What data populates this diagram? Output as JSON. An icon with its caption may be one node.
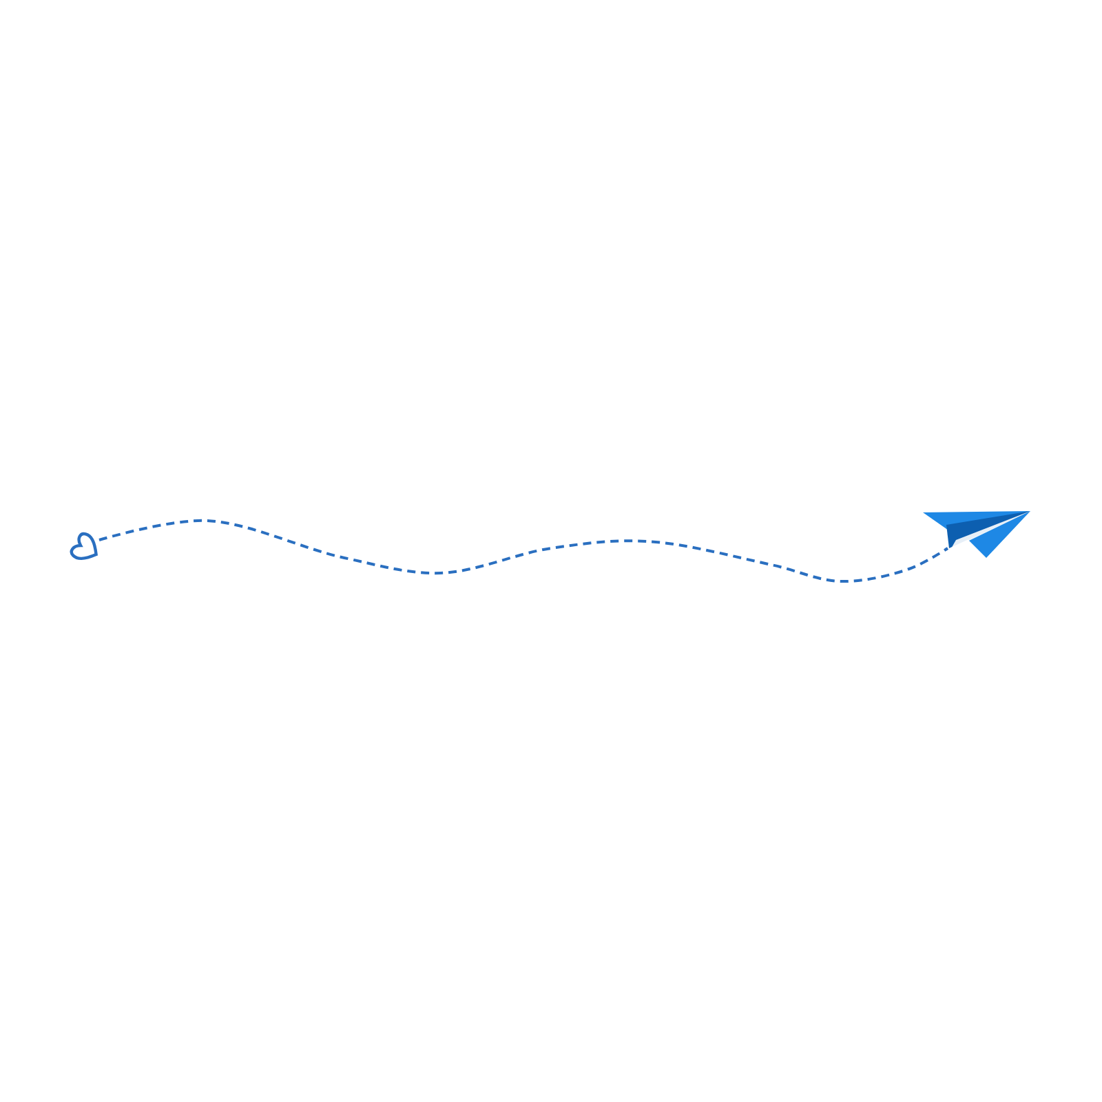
{
  "diagram": {
    "nodes": [
      {
        "text": [],
        "shape": "heart"
      },
      {
        "text": [],
        "shape": "picture"
      }
    ],
    "edges": [
      {
        "from": 0,
        "to": 1,
        "arrow": "none",
        "style": "dashed"
      }
    ]
  }
}
